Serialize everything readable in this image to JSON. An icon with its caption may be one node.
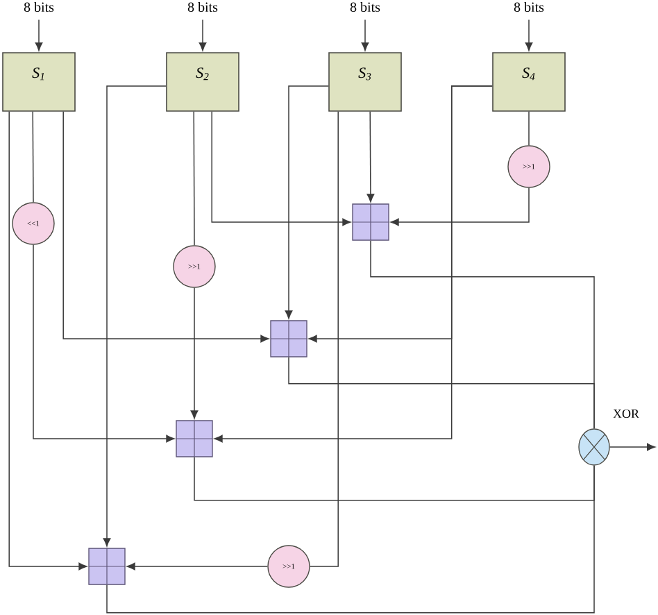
{
  "diagram": {
    "nodes": [
      {
        "text": [
          "8 bits"
        ]
      },
      {
        "text": [
          "8 bits"
        ]
      },
      {
        "text": [
          "8 bits"
        ]
      },
      {
        "text": [
          "8 bits"
        ]
      },
      {
        "text": [
          "S$_{1}$"
        ]
      },
      {
        "text": [
          "S$_{2}$"
        ]
      },
      {
        "text": [
          "S$_{3}$"
        ]
      },
      {
        "text": [
          "S$_{4}$"
        ]
      },
      {
        "text": [
          ">>1"
        ]
      },
      {
        "text": [
          "<<1"
        ]
      },
      {
        "text": [],
        "shape": "box"
      },
      {
        "text": [
          ">>1"
        ]
      },
      {
        "text": [],
        "shape": "box"
      },
      {
        "text": [],
        "shape": "box"
      },
      {
        "text": [],
        "shape": "circle",
        "beside": [
          "XOR"
        ]
      },
      {
        "text": [
          ">>1"
        ]
      },
      {
        "text": [],
        "shape": "box"
      }
    ],
    "edges": [
      {
        "from": 0,
        "to": 4,
        "arrow": "to"
      },
      {
        "from": 1,
        "to": 5,
        "arrow": "to"
      },
      {
        "from": 2,
        "to": 6,
        "arrow": "to"
      },
      {
        "from": 3,
        "to": 7,
        "arrow": "to"
      },
      {
        "from": 4,
        "to": 16,
        "arrow": "to"
      },
      {
        "from": 4,
        "to": 9,
        "arrow": "none"
      },
      {
        "from": 9,
        "to": 13,
        "arrow": "to"
      },
      {
        "from": 4,
        "to": 12,
        "arrow": "to"
      },
      {
        "from": 5,
        "to": 16,
        "arrow": "to"
      },
      {
        "from": 5,
        "to": 11,
        "arrow": "none"
      },
      {
        "from": 11,
        "to": 13,
        "arrow": "to"
      },
      {
        "from": 5,
        "to": 10,
        "arrow": "to"
      },
      {
        "from": 6,
        "to": 12,
        "arrow": "to"
      },
      {
        "from": 6,
        "to": 15,
        "arrow": "none"
      },
      {
        "from": 15,
        "to": 16,
        "arrow": "to"
      },
      {
        "from": 6,
        "to": 10,
        "arrow": "to"
      },
      {
        "from": 7,
        "to": 12,
        "arrow": "to"
      },
      {
        "from": 7,
        "to": 13,
        "arrow": "to"
      },
      {
        "from": 7,
        "to": 8,
        "arrow": "none"
      },
      {
        "from": 8,
        "to": 10,
        "arrow": "to"
      },
      {
        "from": 10,
        "to": 14,
        "arrow": "none"
      },
      {
        "from": 12,
        "to": 14,
        "arrow": "none"
      },
      {
        "from": 13,
        "to": 14,
        "arrow": "none"
      },
      {
        "from": 16,
        "to": 14,
        "arrow": "none"
      },
      {
        "from": 14,
        "to": null,
        "arrow": "to"
      }
    ]
  }
}
